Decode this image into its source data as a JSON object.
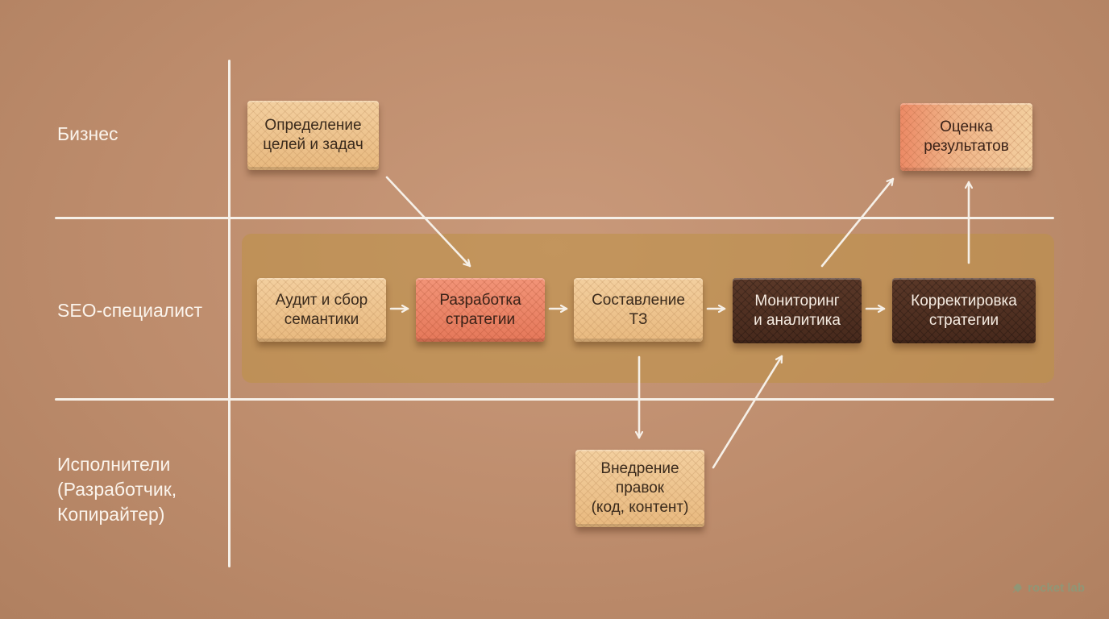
{
  "lanes": {
    "business": "Бизнес",
    "seo": "SEO-специалист",
    "executors": "Исполнители\n(Разработчик,\nКопирайтер)"
  },
  "steps": {
    "goals": "Определение\nцелей и задач",
    "audit": "Аудит и сбор\nсемантики",
    "strategy": "Разработка\nстратегии",
    "spec": "Составление\nТЗ",
    "monitoring": "Мониторинг\nи аналитика",
    "correction": "Корректировка\nстратегии",
    "results": "Оценка\nрезультатов",
    "implementation": "Внедрение\nправок\n(код, контент)"
  },
  "brand": {
    "name": "rocket lab"
  },
  "colors": {
    "background": "#bd8c6c",
    "lines": "#f6f0e8",
    "band": "#c49a52",
    "wafer_light": "#f3cf9f",
    "wafer_red": "#ec8062",
    "wafer_dark": "#4f2f21"
  }
}
